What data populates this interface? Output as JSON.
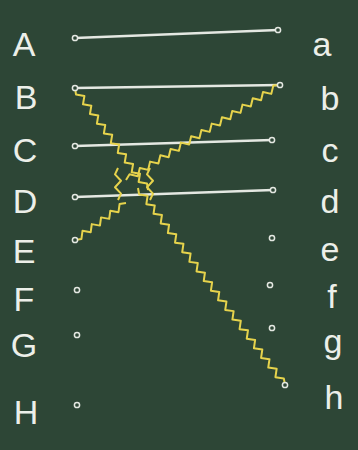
{
  "diagram": {
    "labels": [
      "A",
      "B",
      "C",
      "D",
      "E",
      "F",
      "G",
      "H",
      "a",
      "b",
      "c",
      "d",
      "e",
      "f",
      "g",
      "h"
    ]
  }
}
